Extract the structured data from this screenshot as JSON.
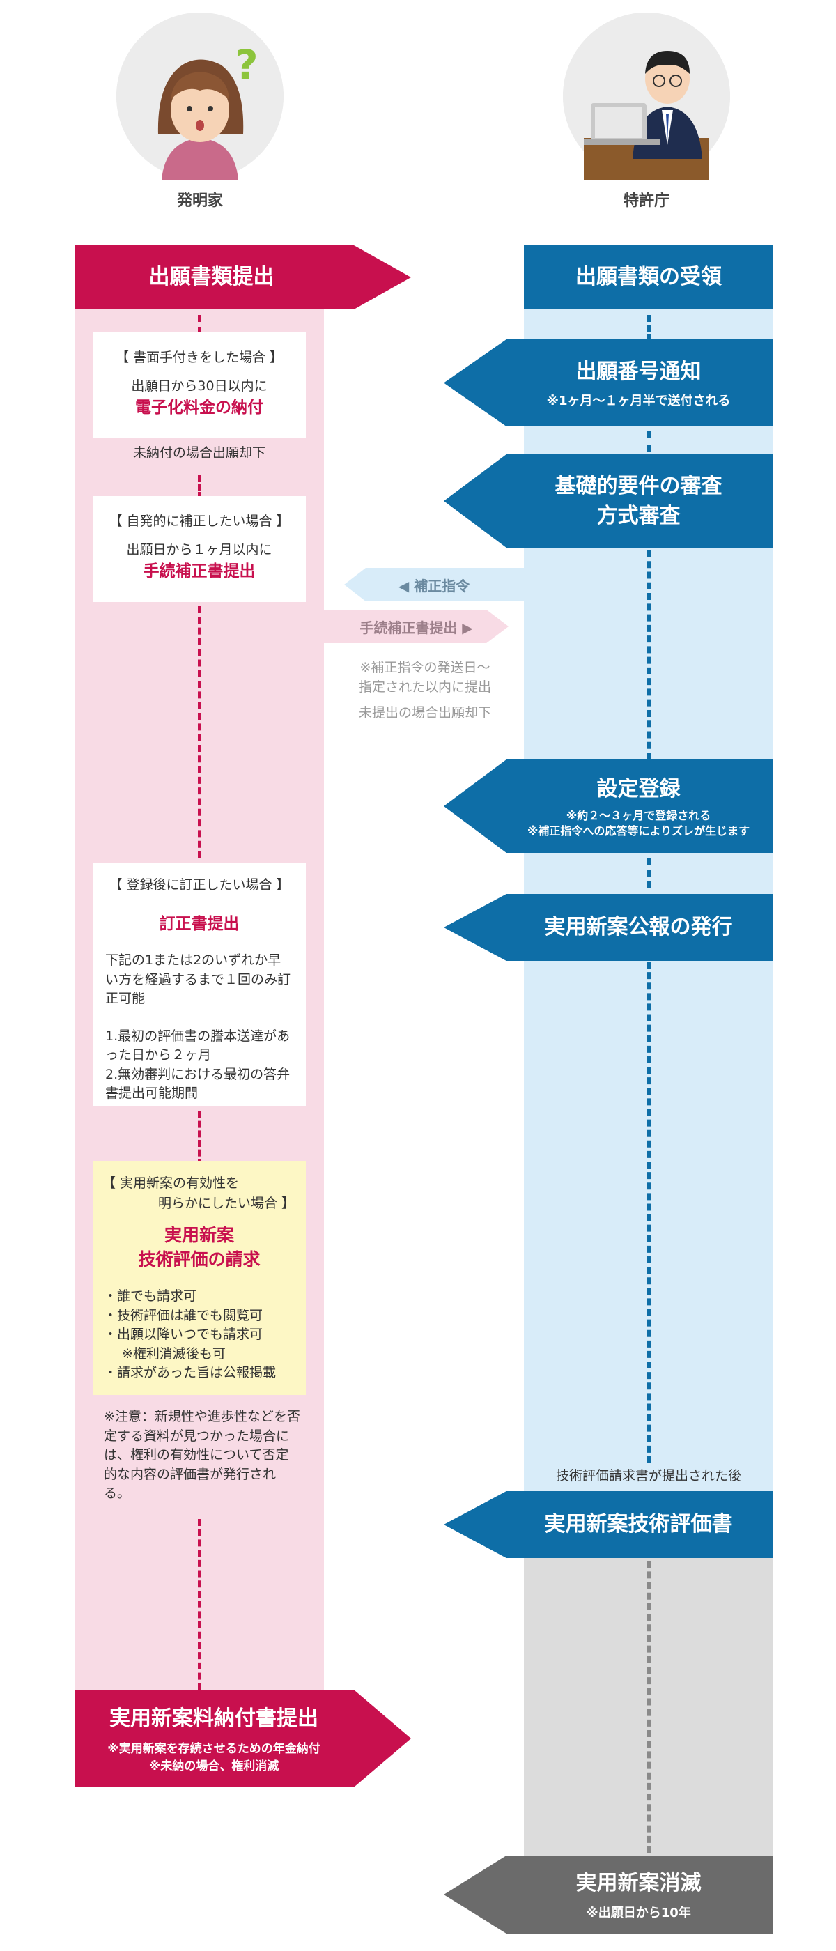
{
  "actors": {
    "left": "発明家",
    "right": "特許庁"
  },
  "left": {
    "filing_header": "出願書類提出",
    "card1": {
      "head": "【 書面手付きをした場合 】",
      "line": "出願日から30日以内に",
      "em": "電子化料金の納付"
    },
    "card1_note": "未納付の場合出願却下",
    "card2": {
      "head": "【 自発的に補正したい場合 】",
      "line": "出願日から１ヶ月以内に",
      "em": "手続補正書提出"
    },
    "card3": {
      "head": "【 登録後に訂正したい場合 】",
      "em": "訂正書提出",
      "body": "下記の1または2のいずれか早い方を経過するまで１回のみ訂正可能",
      "item1": "1.最初の評価書の謄本送達があった日から２ヶ月",
      "item2": "2.無効審判における最初の答弁書提出可能期間"
    },
    "card4": {
      "head1": "【 実用新案の有効性を",
      "head2": "明らかにしたい場合 】",
      "em1": "実用新案",
      "em2": "技術評価の請求",
      "b1": "・誰でも請求可",
      "b2": "・技術評価は誰でも閲覧可",
      "b3": "・出願以降いつでも請求可",
      "b4": "※権利消滅後も可",
      "b5": "・請求があった旨は公報掲載"
    },
    "caution": "※注意：新規性や進歩性などを否定する資料が見つかった場合には、権利の有効性について否定的な内容の評価書が発行される。",
    "payment": {
      "title": "実用新案料納付書提出",
      "sub1": "※実用新案を存続させるための年金納付",
      "sub2": "※未納の場合、権利消滅"
    }
  },
  "middle": {
    "correction_order": "◀ 補正指令",
    "correction_submit": "手続補正書提出 ▶",
    "gray_note1": "※補正指令の発送日～",
    "gray_note2": "指定された以内に提出",
    "gray_note3": "未提出の場合出願却下"
  },
  "right": {
    "receipt": "出願書類の受領",
    "number_notice": {
      "title": "出願番号通知",
      "sub": "※1ヶ月～１ヶ月半で送付される"
    },
    "exam": {
      "line1": "基礎的要件の審査",
      "line2": "方式審査"
    },
    "registration": {
      "title": "設定登録",
      "sub1": "※約２～３ヶ月で登録される",
      "sub2": "※補正指令への応答等によりズレが生じます"
    },
    "gazette": "実用新案公報の発行",
    "eval_trigger": "技術評価請求書が提出された後",
    "eval_report": "実用新案技術評価書",
    "expiry": {
      "title": "実用新案消滅",
      "sub": "※出願日から10年"
    }
  },
  "colors": {
    "pink": "#c8104e",
    "pink_bg": "#f8dbe5",
    "blue": "#0e6ea7",
    "blue_bg": "#d8ecf9",
    "gray": "#6b6b6b",
    "gray_bg": "#dcdcdc",
    "yellow_bg": "#fdf7c5"
  }
}
